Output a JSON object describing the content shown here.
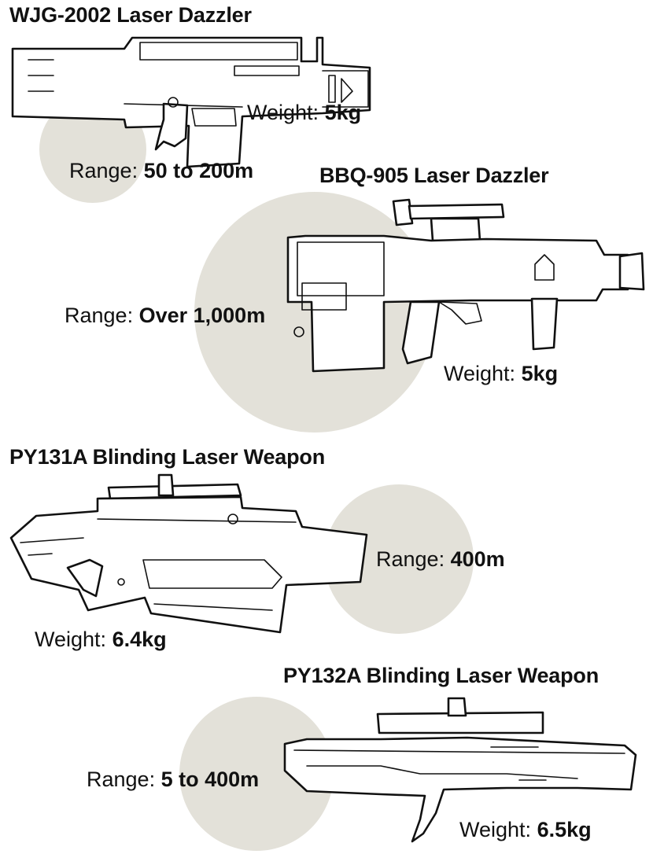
{
  "colors": {
    "range_circle": "#e3e1d9",
    "ink": "#111111",
    "background": "#ffffff"
  },
  "weapons": [
    {
      "name": "WJG-2002 Laser Dazzler",
      "range_label": "Range:",
      "range_value": "50 to 200m",
      "weight_label": "Weight:",
      "weight_value": "5kg",
      "icon": "laser-rifle-icon"
    },
    {
      "name": "BBQ-905 Laser Dazzler",
      "range_label": "Range:",
      "range_value": "Over 1,000m",
      "weight_label": "Weight:",
      "weight_value": "5kg",
      "icon": "laser-rifle-scoped-icon"
    },
    {
      "name": "PY131A Blinding Laser Weapon",
      "range_label": "Range:",
      "range_value": "400m",
      "weight_label": "Weight:",
      "weight_value": "6.4kg",
      "icon": "bullpup-laser-icon"
    },
    {
      "name": "PY132A Blinding Laser Weapon",
      "range_label": "Range:",
      "range_value": "5 to 400m",
      "weight_label": "Weight:",
      "weight_value": "6.5kg",
      "icon": "long-laser-rifle-icon"
    }
  ]
}
